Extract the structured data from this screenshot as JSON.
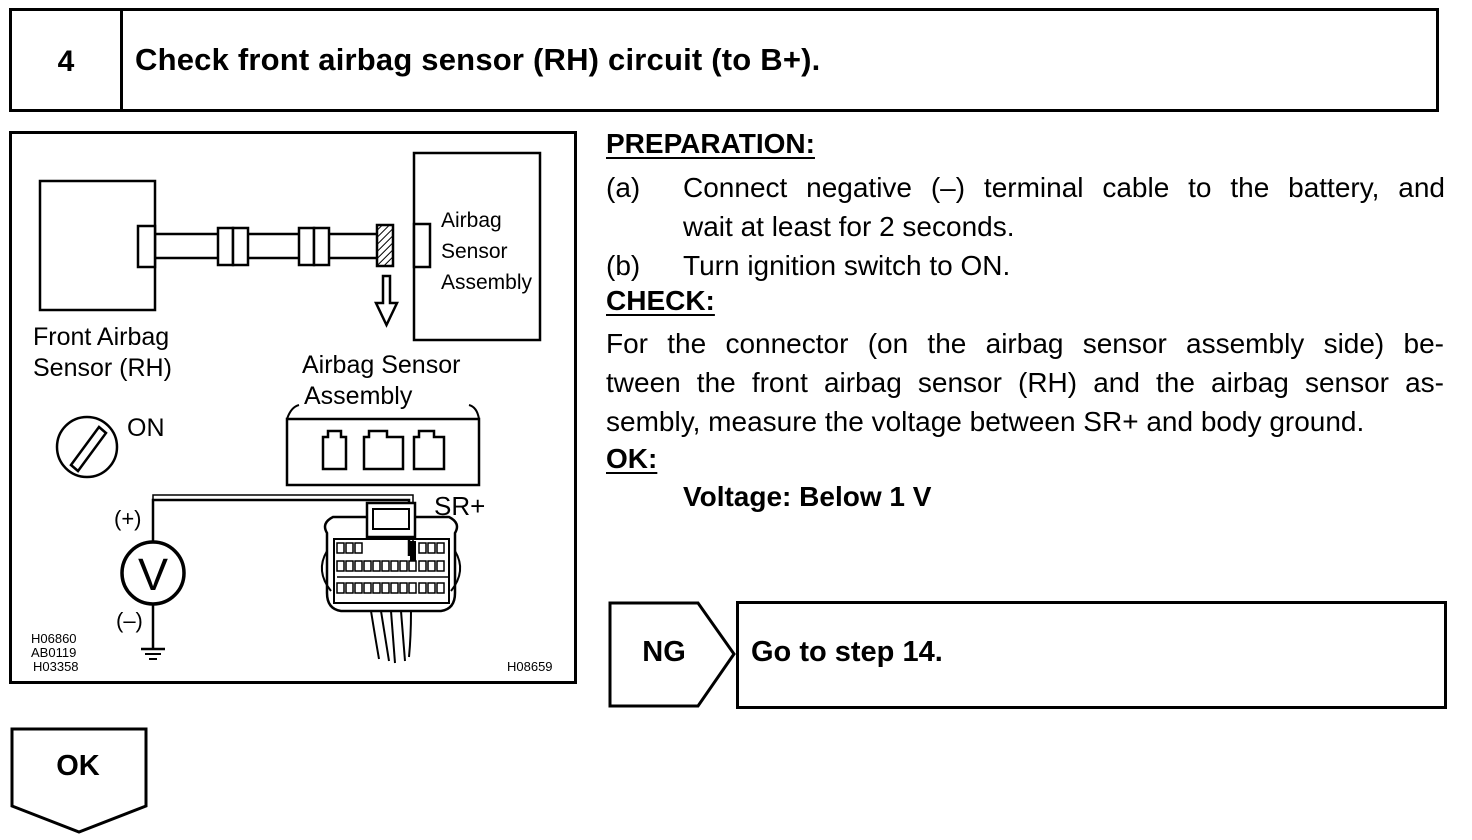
{
  "step": {
    "number": "4",
    "title": "Check front airbag sensor (RH) circuit (to B+)."
  },
  "diagram": {
    "front_sensor_label_1": "Front Airbag",
    "front_sensor_label_2": "Sensor (RH)",
    "assembly_box_label_1": "Airbag",
    "assembly_box_label_2": "Sensor",
    "assembly_box_label_3": "Assembly",
    "assembly_label_1": "Airbag Sensor",
    "assembly_label_2": "Assembly",
    "ignition_label": "ON",
    "terminal_label": "SR+",
    "plus_label": "(+)",
    "minus_label": "(–)",
    "meter_label": "V",
    "code_1": "H06860",
    "code_2": "AB0119",
    "code_3": "H03358",
    "code_right": "H08659"
  },
  "preparation": {
    "title": "PREPARATION:",
    "items": [
      {
        "mark": "(a)",
        "line1": "Connect negative (–) terminal cable to the battery, and",
        "line2": "wait at least for 2 seconds."
      },
      {
        "mark": "(b)",
        "text": "Turn ignition switch to ON."
      }
    ]
  },
  "check": {
    "title": "CHECK:",
    "line1": "For the connector (on the airbag sensor assembly side) be-",
    "line2": "tween the front airbag sensor (RH) and the airbag sensor as-",
    "line3": "sembly, measure the voltage between SR+ and body ground."
  },
  "ok": {
    "title": "OK:",
    "value": "Voltage: Below 1 V"
  },
  "ng_branch": {
    "label": "NG",
    "text": "Go to step 14."
  },
  "ok_branch": {
    "label": "OK"
  }
}
